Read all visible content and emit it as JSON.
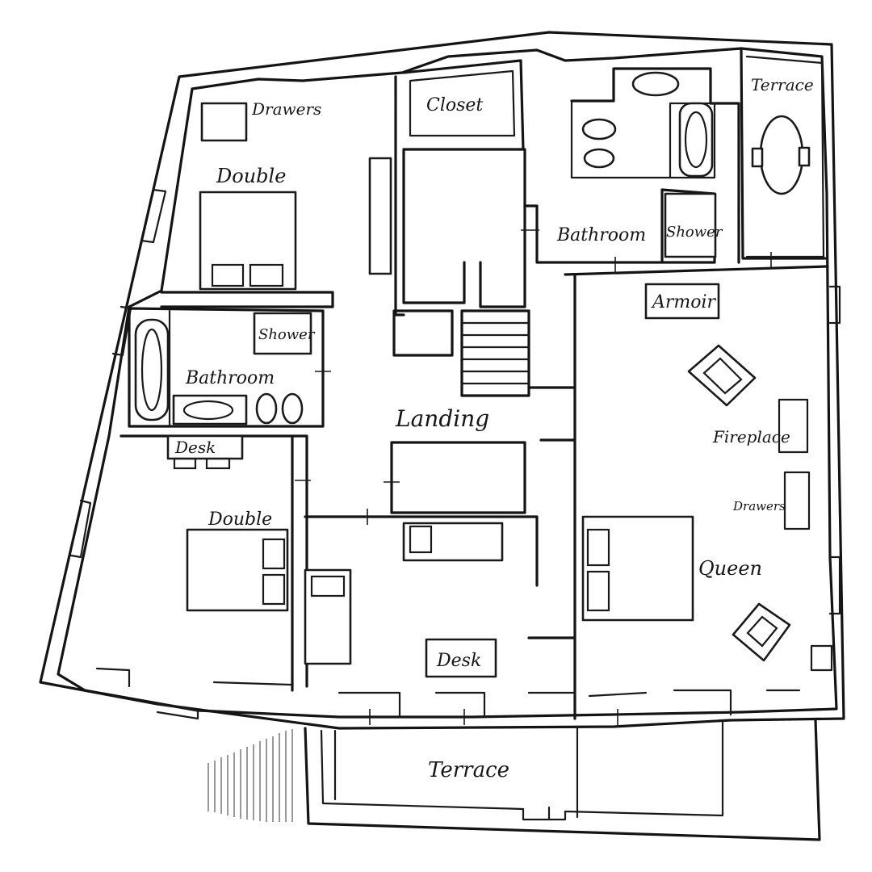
{
  "plan": {
    "labels": {
      "drawers_top": "Drawers",
      "closet": "Closet",
      "terrace_top": "Terrace",
      "double_top": "Double",
      "bathroom_top": "Bathroom",
      "shower_top": "Shower",
      "armoir": "Armoir",
      "shower_left": "Shower",
      "bathroom_left": "Bathroom",
      "landing": "Landing",
      "fireplace": "Fireplace",
      "desk_left": "Desk",
      "double_bottom": "Double",
      "drawers_right": "Drawers",
      "queen": "Queen",
      "desk_middle": "Desk",
      "terrace_bottom": "Terrace"
    }
  }
}
